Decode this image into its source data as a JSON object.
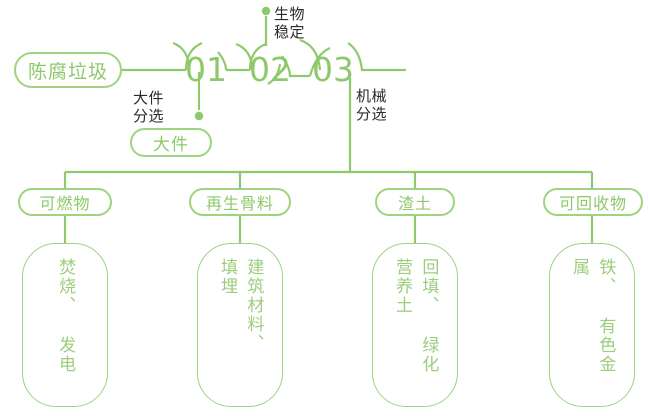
{
  "theme": {
    "line_color": "#8ec96c",
    "pill_border": "#9ed47f",
    "pill_text": "#8dc96b",
    "box_text": "#9ccd7c",
    "caption_text": "#2b2b2b",
    "background": "#ffffff"
  },
  "input": {
    "label": "陈腐垃圾"
  },
  "stages": [
    {
      "number": "01",
      "caption": "大件\n分选"
    },
    {
      "number": "02",
      "caption": "生物\n稳定"
    },
    {
      "number": "03",
      "caption": "机械\n分选"
    }
  ],
  "bulky_output": {
    "label": "大件"
  },
  "outputs": [
    {
      "category": "可燃物",
      "treatment_lines": [
        "焚烧、",
        "发电"
      ],
      "treatment": "焚烧、 发电"
    },
    {
      "category": "再生骨料",
      "treatment_lines": [
        "建筑材料、",
        "填埋"
      ],
      "treatment": "建筑材料、 填埋"
    },
    {
      "category": "渣土",
      "treatment_lines": [
        "回填、",
        "绿化营养土"
      ],
      "treatment": "回填、 绿化营养土"
    },
    {
      "category": "可回收物",
      "treatment_lines": [
        "铁、",
        "有色金属"
      ],
      "treatment": "铁、 有色金属"
    }
  ]
}
